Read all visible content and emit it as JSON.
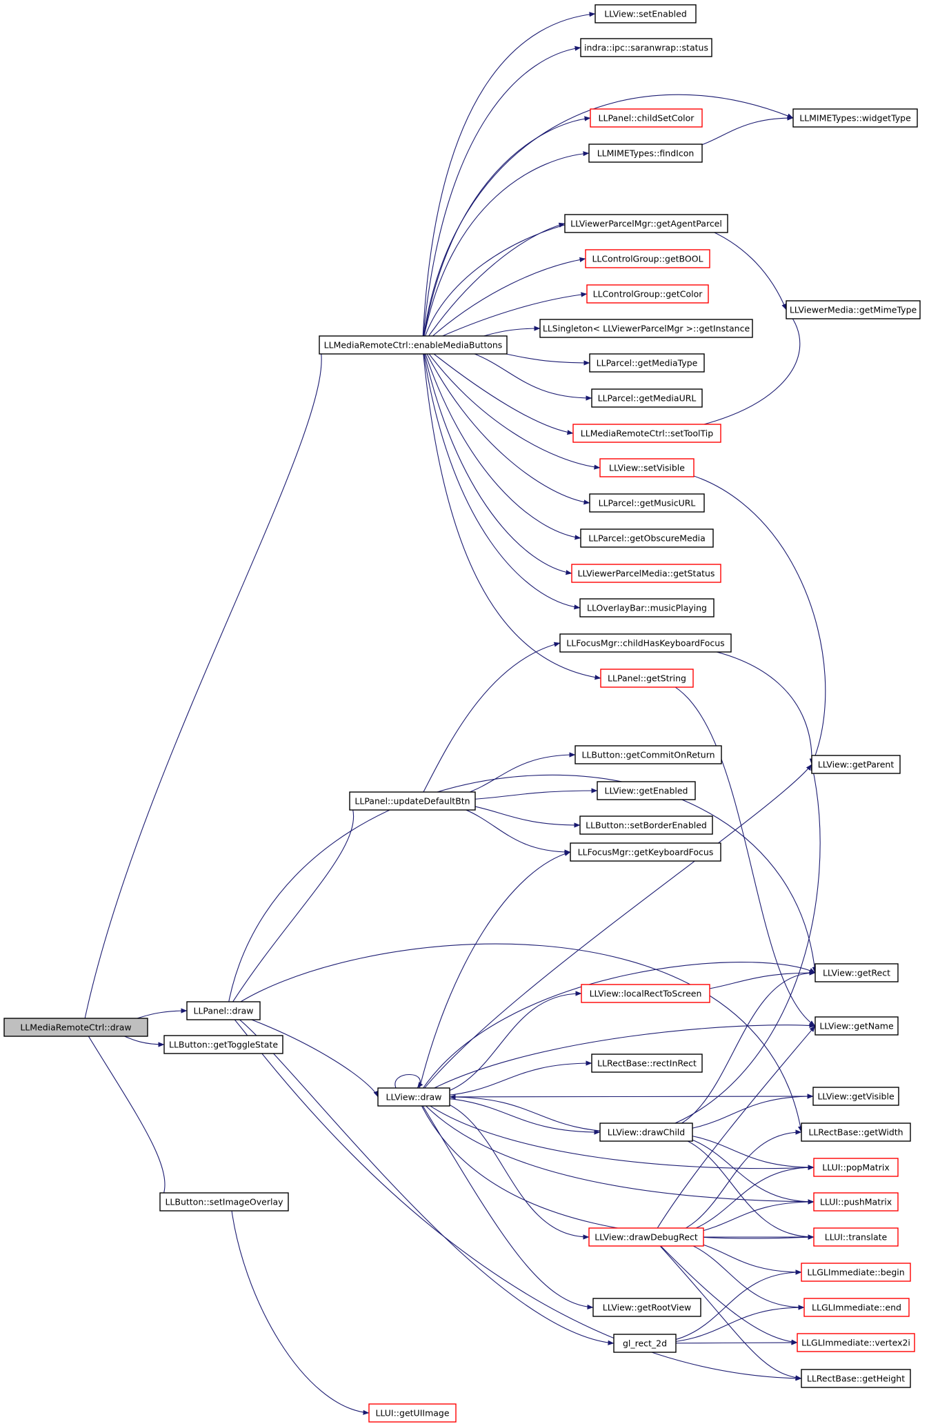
{
  "colors": {
    "edge": "#191970",
    "node_border": "#000000",
    "node_border_truncated": "#ff0000",
    "root_fill": "#bfbfbf",
    "node_fill": "#ffffff"
  },
  "nodes": {
    "root": {
      "label": "LLMediaRemoteCtrl::draw",
      "border": "black",
      "fill": "gray"
    },
    "enableMediaButtons": {
      "label": "LLMediaRemoteCtrl::enableMediaButtons",
      "border": "black"
    },
    "setEnabled": {
      "label": "LLView::setEnabled",
      "border": "black"
    },
    "saranwrapStatus": {
      "label": "indra::ipc::saranwrap::status",
      "border": "black"
    },
    "childSetColor": {
      "label": "LLPanel::childSetColor",
      "border": "red"
    },
    "findIcon": {
      "label": "LLMIMETypes::findIcon",
      "border": "black"
    },
    "widgetType": {
      "label": "LLMIMETypes::widgetType",
      "border": "black"
    },
    "getAgentParcel": {
      "label": "LLViewerParcelMgr::getAgentParcel",
      "border": "black"
    },
    "getBOOL": {
      "label": "LLControlGroup::getBOOL",
      "border": "red"
    },
    "getColor": {
      "label": "LLControlGroup::getColor",
      "border": "red"
    },
    "getInstance": {
      "label": "LLSingleton< LLViewerParcelMgr >::getInstance",
      "border": "black"
    },
    "getMimeType": {
      "label": "LLViewerMedia::getMimeType",
      "border": "black"
    },
    "getMediaType": {
      "label": "LLParcel::getMediaType",
      "border": "black"
    },
    "getMediaURL": {
      "label": "LLParcel::getMediaURL",
      "border": "black"
    },
    "setToolTip": {
      "label": "LLMediaRemoteCtrl::setToolTip",
      "border": "red"
    },
    "setVisible": {
      "label": "LLView::setVisible",
      "border": "red"
    },
    "getMusicURL": {
      "label": "LLParcel::getMusicURL",
      "border": "black"
    },
    "getObscureMedia": {
      "label": "LLParcel::getObscureMedia",
      "border": "black"
    },
    "parcelMediaGetStatus": {
      "label": "LLViewerParcelMedia::getStatus",
      "border": "red"
    },
    "musicPlaying": {
      "label": "LLOverlayBar::musicPlaying",
      "border": "black"
    },
    "childHasKeyboardFocus": {
      "label": "LLFocusMgr::childHasKeyboardFocus",
      "border": "black"
    },
    "getString": {
      "label": "LLPanel::getString",
      "border": "red"
    },
    "getCommitOnReturn": {
      "label": "LLButton::getCommitOnReturn",
      "border": "black"
    },
    "getParent": {
      "label": "LLView::getParent",
      "border": "black"
    },
    "updateDefaultBtn": {
      "label": "LLPanel::updateDefaultBtn",
      "border": "black"
    },
    "getEnabled": {
      "label": "LLView::getEnabled",
      "border": "black"
    },
    "setBorderEnabled": {
      "label": "LLButton::setBorderEnabled",
      "border": "black"
    },
    "getKeyboardFocus": {
      "label": "LLFocusMgr::getKeyboardFocus",
      "border": "black"
    },
    "getRect": {
      "label": "LLView::getRect",
      "border": "black"
    },
    "localRectToScreen": {
      "label": "LLView::localRectToScreen",
      "border": "red"
    },
    "panelDraw": {
      "label": "LLPanel::draw",
      "border": "black"
    },
    "getName": {
      "label": "LLView::getName",
      "border": "black"
    },
    "getToggleState": {
      "label": "LLButton::getToggleState",
      "border": "black"
    },
    "rectInRect": {
      "label": "LLRectBase::rectInRect",
      "border": "black"
    },
    "viewDraw": {
      "label": "LLView::draw",
      "border": "black"
    },
    "getVisible": {
      "label": "LLView::getVisible",
      "border": "black"
    },
    "drawChild": {
      "label": "LLView::drawChild",
      "border": "black"
    },
    "getWidth": {
      "label": "LLRectBase::getWidth",
      "border": "black"
    },
    "popMatrix": {
      "label": "LLUI::popMatrix",
      "border": "red"
    },
    "setImageOverlay": {
      "label": "LLButton::setImageOverlay",
      "border": "black"
    },
    "pushMatrix": {
      "label": "LLUI::pushMatrix",
      "border": "red"
    },
    "drawDebugRect": {
      "label": "LLView::drawDebugRect",
      "border": "red"
    },
    "translate": {
      "label": "LLUI::translate",
      "border": "red"
    },
    "glBegin": {
      "label": "LLGLImmediate::begin",
      "border": "red"
    },
    "getRootView": {
      "label": "LLView::getRootView",
      "border": "black"
    },
    "glEnd": {
      "label": "LLGLImmediate::end",
      "border": "red"
    },
    "glRect2d": {
      "label": "gl_rect_2d",
      "border": "black"
    },
    "vertex2i": {
      "label": "LLGLImmediate::vertex2i",
      "border": "red"
    },
    "getHeight": {
      "label": "LLRectBase::getHeight",
      "border": "black"
    },
    "getUIImage": {
      "label": "LLUI::getUIImage",
      "border": "red"
    }
  },
  "edges": [
    [
      "root",
      "enableMediaButtons"
    ],
    [
      "root",
      "panelDraw"
    ],
    [
      "root",
      "getToggleState"
    ],
    [
      "root",
      "setImageOverlay"
    ],
    [
      "enableMediaButtons",
      "setEnabled"
    ],
    [
      "enableMediaButtons",
      "saranwrapStatus"
    ],
    [
      "enableMediaButtons",
      "widgetType"
    ],
    [
      "enableMediaButtons",
      "childSetColor"
    ],
    [
      "enableMediaButtons",
      "findIcon"
    ],
    [
      "enableMediaButtons",
      "getMimeType"
    ],
    [
      "enableMediaButtons",
      "getAgentParcel"
    ],
    [
      "enableMediaButtons",
      "getBOOL"
    ],
    [
      "enableMediaButtons",
      "getColor"
    ],
    [
      "enableMediaButtons",
      "getInstance"
    ],
    [
      "enableMediaButtons",
      "getMediaType"
    ],
    [
      "enableMediaButtons",
      "getMediaURL"
    ],
    [
      "enableMediaButtons",
      "setToolTip"
    ],
    [
      "enableMediaButtons",
      "setVisible"
    ],
    [
      "enableMediaButtons",
      "getMusicURL"
    ],
    [
      "enableMediaButtons",
      "getObscureMedia"
    ],
    [
      "enableMediaButtons",
      "parcelMediaGetStatus"
    ],
    [
      "enableMediaButtons",
      "musicPlaying"
    ],
    [
      "enableMediaButtons",
      "getString"
    ],
    [
      "findIcon",
      "widgetType"
    ],
    [
      "setToolTip",
      "getMimeType"
    ],
    [
      "setVisible",
      "getParent"
    ],
    [
      "childHasKeyboardFocus",
      "getParent"
    ],
    [
      "getString",
      "getName"
    ],
    [
      "updateDefaultBtn",
      "childHasKeyboardFocus"
    ],
    [
      "updateDefaultBtn",
      "getCommitOnReturn"
    ],
    [
      "updateDefaultBtn",
      "getEnabled"
    ],
    [
      "updateDefaultBtn",
      "setBorderEnabled"
    ],
    [
      "updateDefaultBtn",
      "getKeyboardFocus"
    ],
    [
      "panelDraw",
      "updateDefaultBtn"
    ],
    [
      "panelDraw",
      "getRect"
    ],
    [
      "panelDraw",
      "viewDraw"
    ],
    [
      "panelDraw",
      "getWidth"
    ],
    [
      "panelDraw",
      "glRect2d"
    ],
    [
      "panelDraw",
      "getHeight"
    ],
    [
      "setImageOverlay",
      "getUIImage"
    ],
    [
      "localRectToScreen",
      "getRect"
    ],
    [
      "viewDraw",
      "viewDraw"
    ],
    [
      "viewDraw",
      "getKeyboardFocus"
    ],
    [
      "viewDraw",
      "getParent"
    ],
    [
      "viewDraw",
      "getRect"
    ],
    [
      "viewDraw",
      "localRectToScreen"
    ],
    [
      "viewDraw",
      "getName"
    ],
    [
      "viewDraw",
      "rectInRect"
    ],
    [
      "viewDraw",
      "getVisible"
    ],
    [
      "viewDraw",
      "drawChild"
    ],
    [
      "viewDraw",
      "popMatrix"
    ],
    [
      "viewDraw",
      "pushMatrix"
    ],
    [
      "viewDraw",
      "drawDebugRect"
    ],
    [
      "viewDraw",
      "translate"
    ],
    [
      "viewDraw",
      "getRootView"
    ],
    [
      "drawChild",
      "viewDraw"
    ],
    [
      "drawChild",
      "getParent"
    ],
    [
      "drawChild",
      "getRect"
    ],
    [
      "drawChild",
      "getVisible"
    ],
    [
      "drawChild",
      "popMatrix"
    ],
    [
      "drawChild",
      "pushMatrix"
    ],
    [
      "drawChild",
      "translate"
    ],
    [
      "drawDebugRect",
      "getName"
    ],
    [
      "drawDebugRect",
      "popMatrix"
    ],
    [
      "drawDebugRect",
      "pushMatrix"
    ],
    [
      "drawDebugRect",
      "translate"
    ],
    [
      "drawDebugRect",
      "glBegin"
    ],
    [
      "drawDebugRect",
      "glEnd"
    ],
    [
      "drawDebugRect",
      "vertex2i"
    ],
    [
      "drawDebugRect",
      "getWidth"
    ],
    [
      "drawDebugRect",
      "getHeight"
    ],
    [
      "glRect2d",
      "glBegin"
    ],
    [
      "glRect2d",
      "glEnd"
    ],
    [
      "glRect2d",
      "vertex2i"
    ]
  ]
}
